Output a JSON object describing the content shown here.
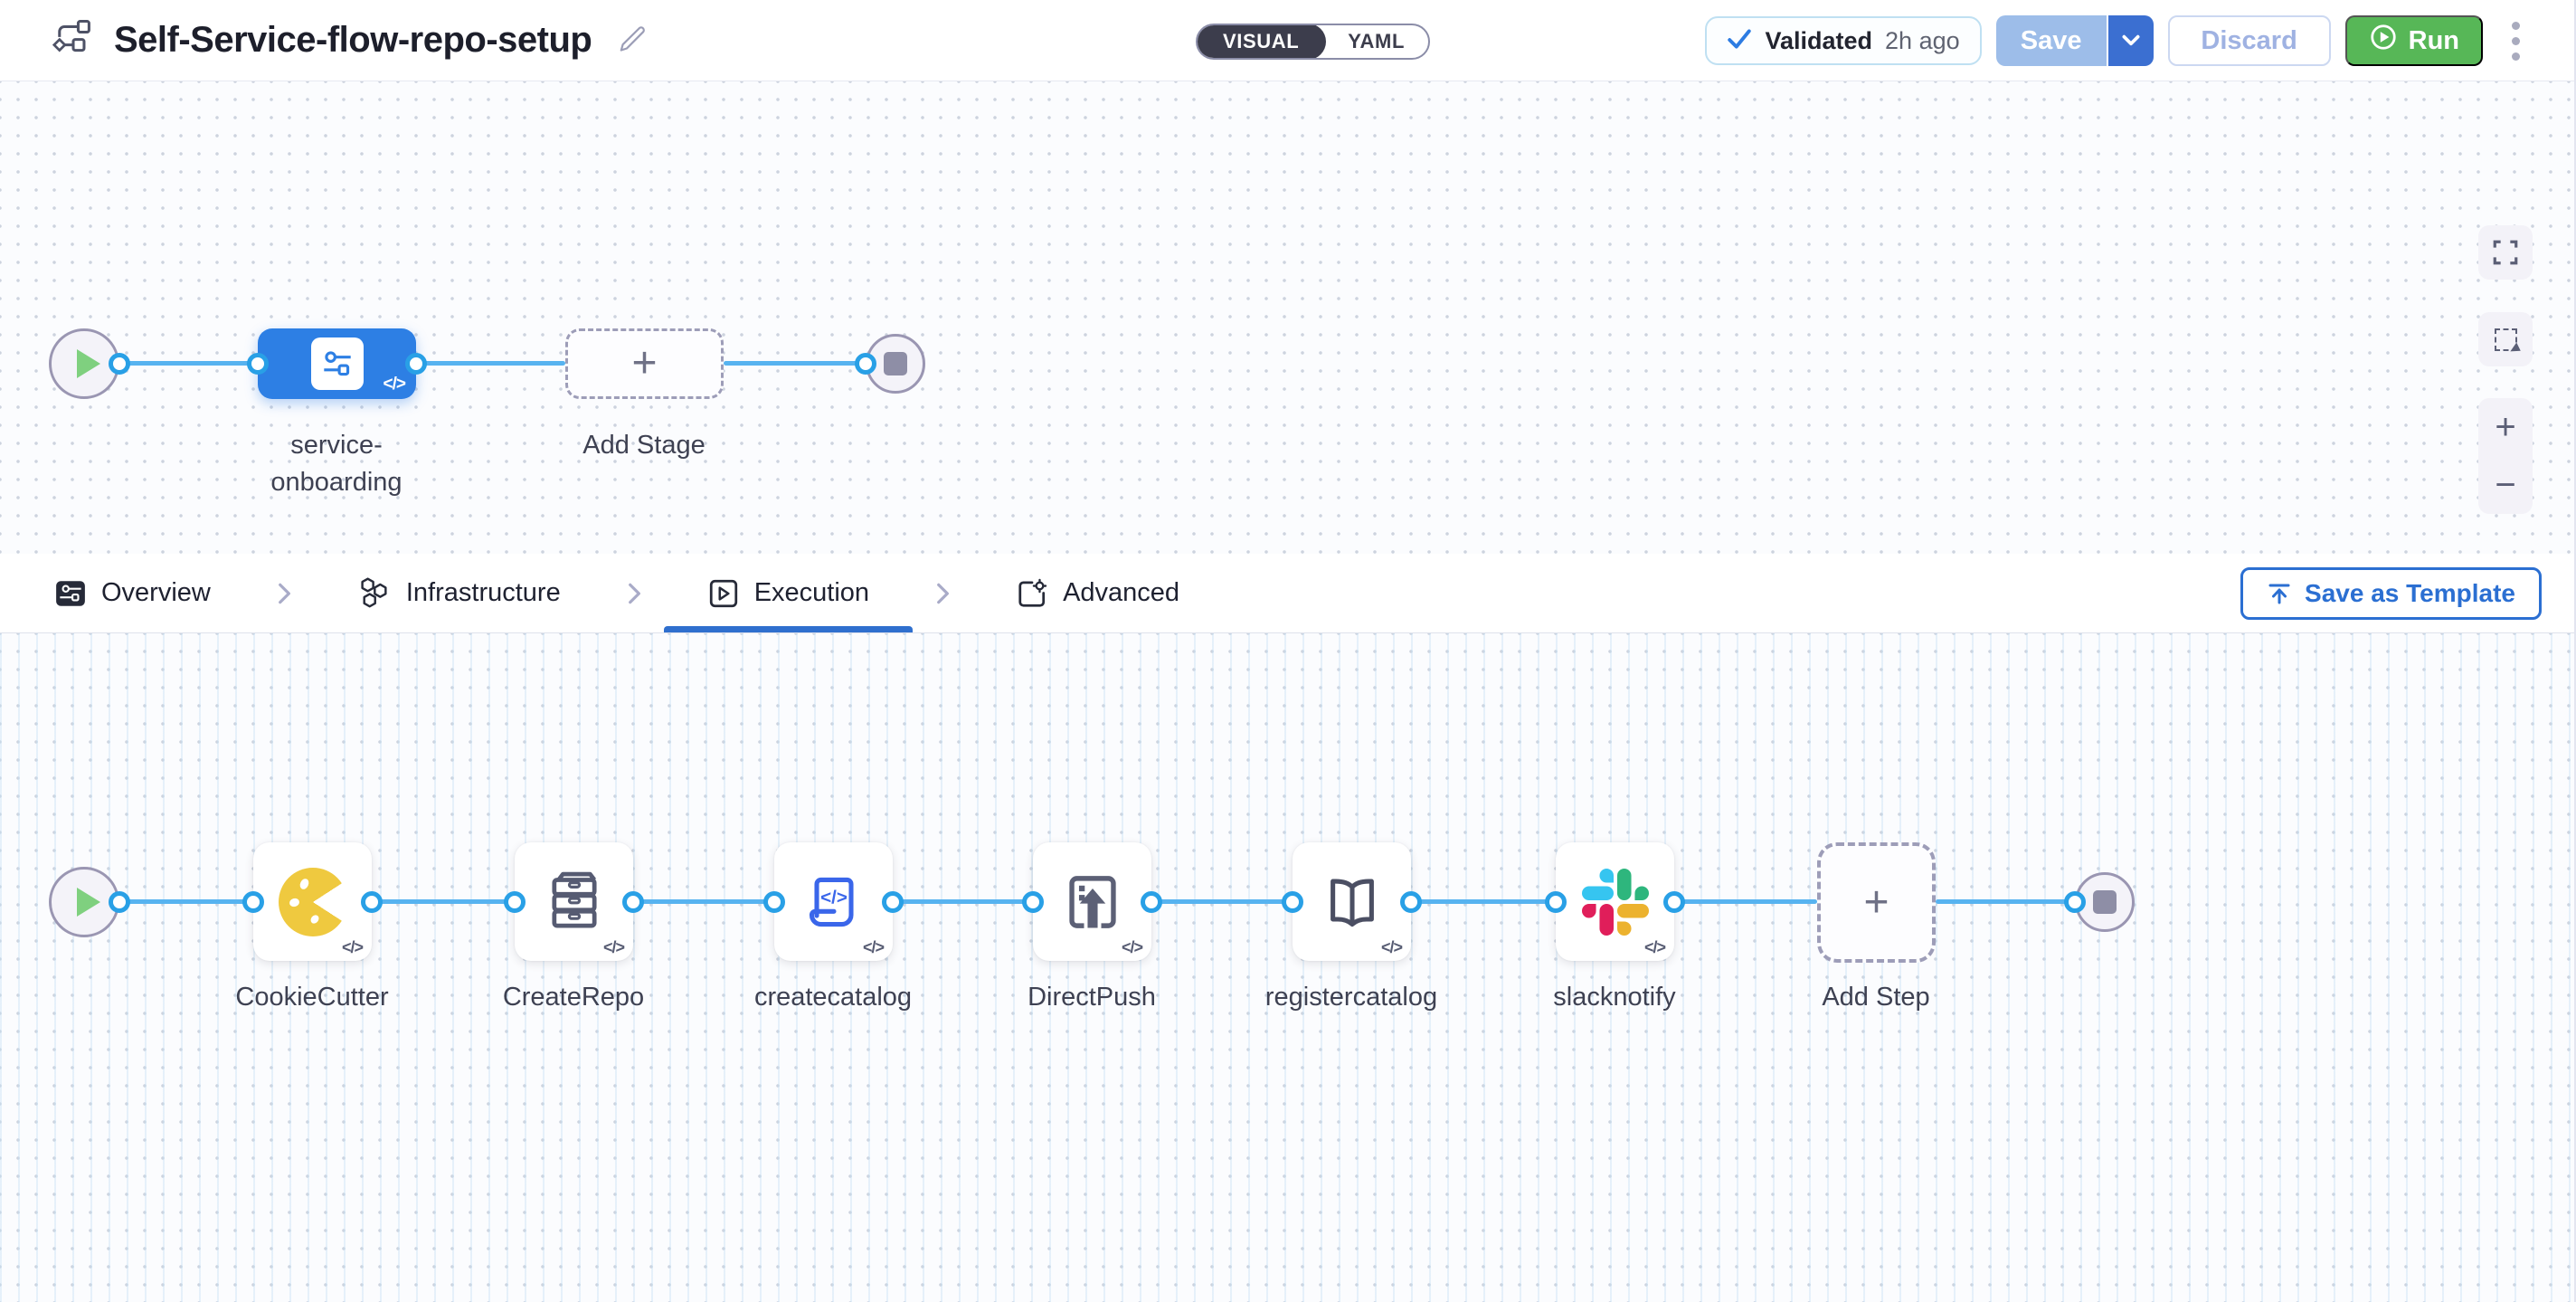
{
  "header": {
    "title": "Self-Service-flow-repo-setup",
    "visual_label": "VISUAL",
    "yaml_label": "YAML",
    "validated_label": "Validated",
    "validated_time": "2h ago",
    "save_label": "Save",
    "discard_label": "Discard",
    "run_label": "Run"
  },
  "stage_canvas": {
    "stage_label": "service-onboarding",
    "add_stage_label": "Add Stage",
    "code_badge": "</>"
  },
  "tabs": {
    "overview": "Overview",
    "infrastructure": "Infrastructure",
    "execution": "Execution",
    "advanced": "Advanced",
    "active": "Execution",
    "save_as_template": "Save as Template"
  },
  "execution_canvas": {
    "steps": [
      {
        "label": "CookieCutter",
        "icon": "cookiecutter-icon"
      },
      {
        "label": "CreateRepo",
        "icon": "drawer-cabinet-icon"
      },
      {
        "label": "createcatalog",
        "icon": "code-document-icon"
      },
      {
        "label": "DirectPush",
        "icon": "upload-push-icon"
      },
      {
        "label": "registercatalog",
        "icon": "open-book-icon"
      },
      {
        "label": "slacknotify",
        "icon": "slack-icon"
      }
    ],
    "add_step_label": "Add Step",
    "code_badge": "</>"
  },
  "icons": {
    "plus_glyph": "+",
    "minus_glyph": "−"
  },
  "colors": {
    "accent_blue": "#2b6fd2",
    "stage_node_blue": "#2d7fe4",
    "connector_blue": "#57b3f0",
    "port_blue": "#29a0e6",
    "run_green": "#57b757",
    "play_green": "#7fd07f",
    "cookie_yellow": "#efc93f",
    "slack_blue": "#36C5F0",
    "slack_green": "#2EB67D",
    "slack_yellow": "#ECB22E",
    "slack_red": "#E01E5A"
  }
}
